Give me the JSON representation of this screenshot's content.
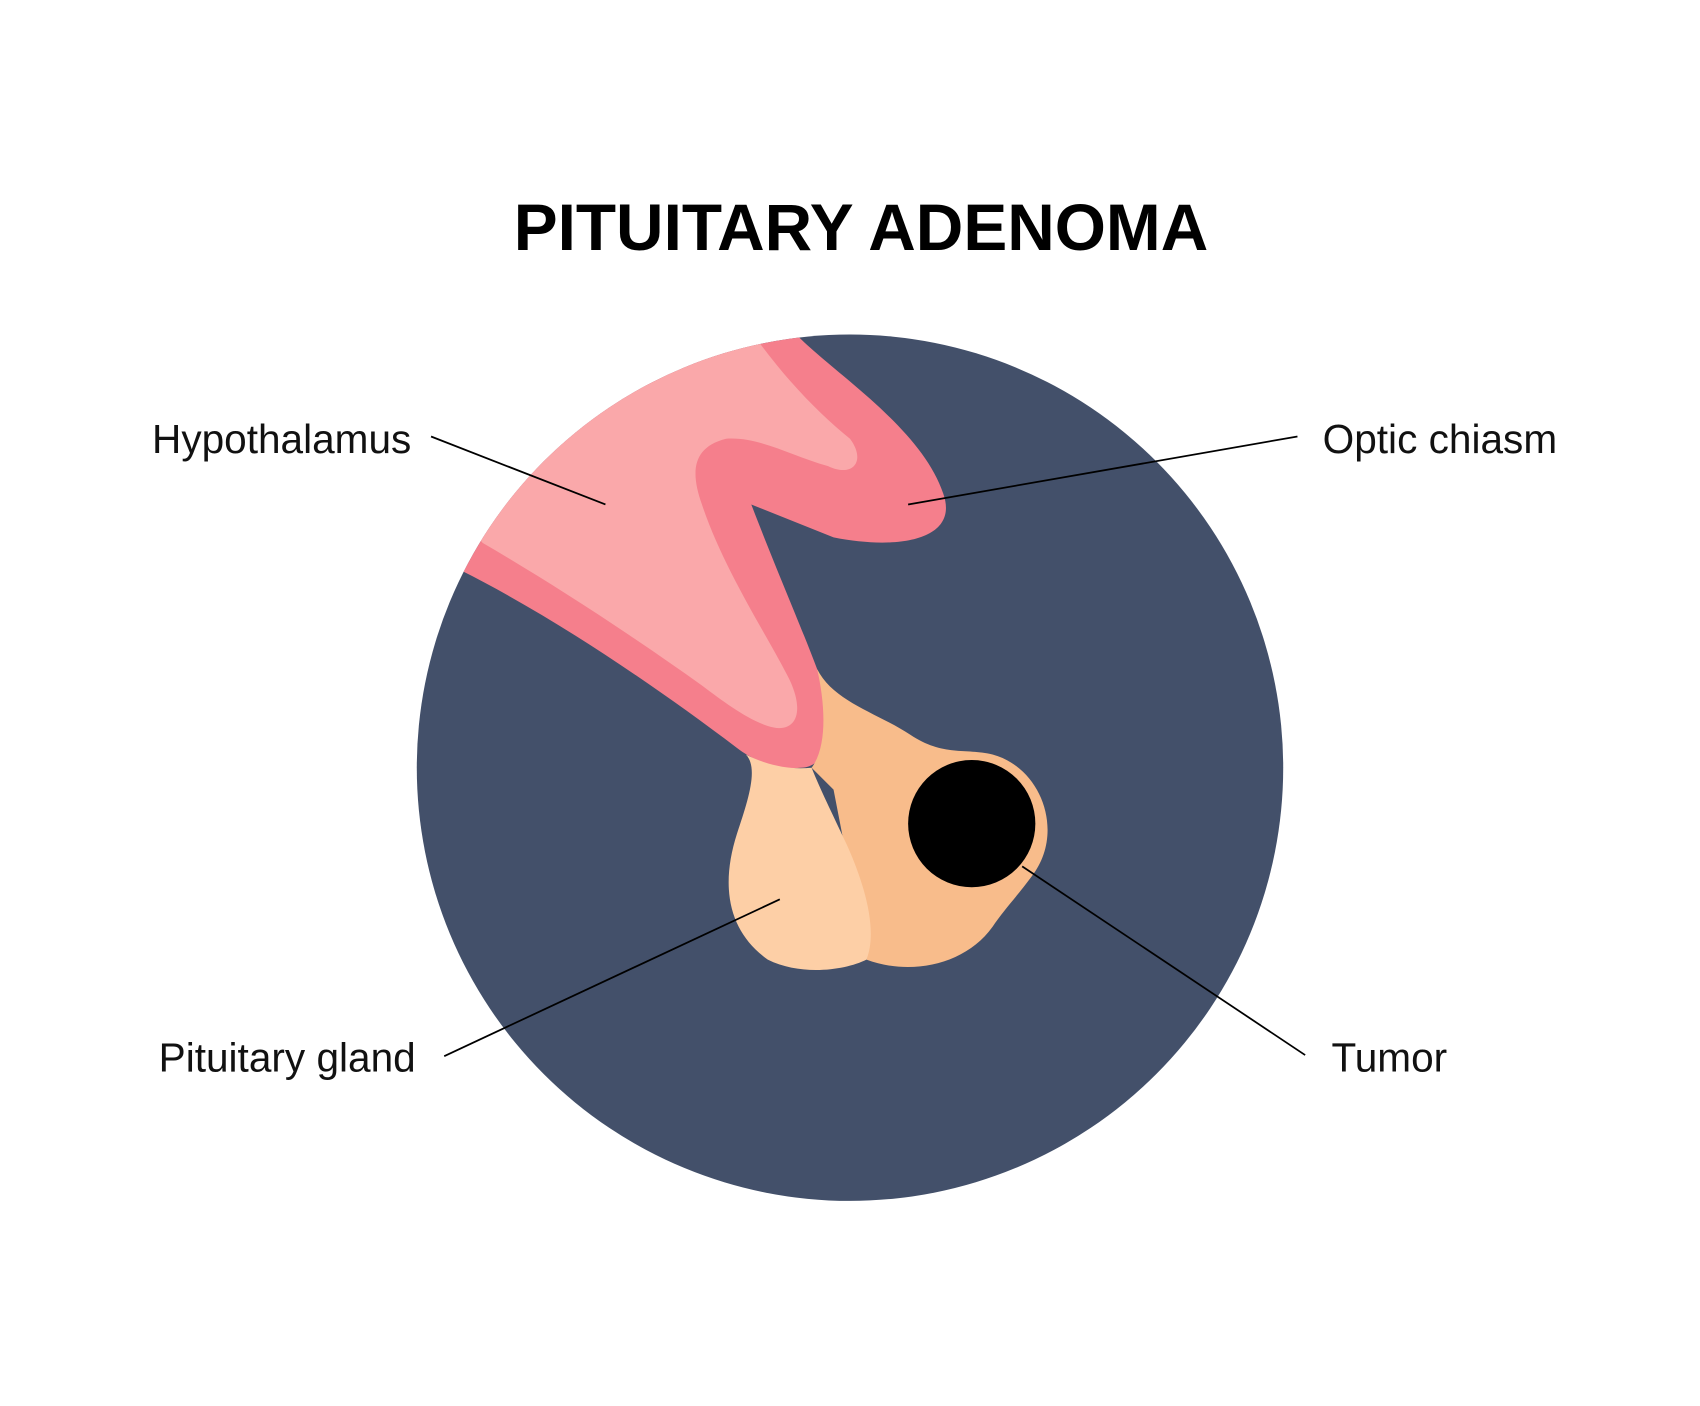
{
  "title": "PITUITARY ADENOMA",
  "labels": {
    "hypothalamus": "Hypothalamus",
    "optic_chiasm": "Optic chiasm",
    "pituitary_gland": "Pituitary gland",
    "tumor": "Tumor"
  },
  "colors": {
    "background_circle": "#43506A",
    "hypothalamus_dark": "#F57F8C",
    "hypothalamus_light": "#FAA8AA",
    "gland_light": "#FDCFA6",
    "gland_dark": "#F8BC8B",
    "tumor": "#000000"
  }
}
